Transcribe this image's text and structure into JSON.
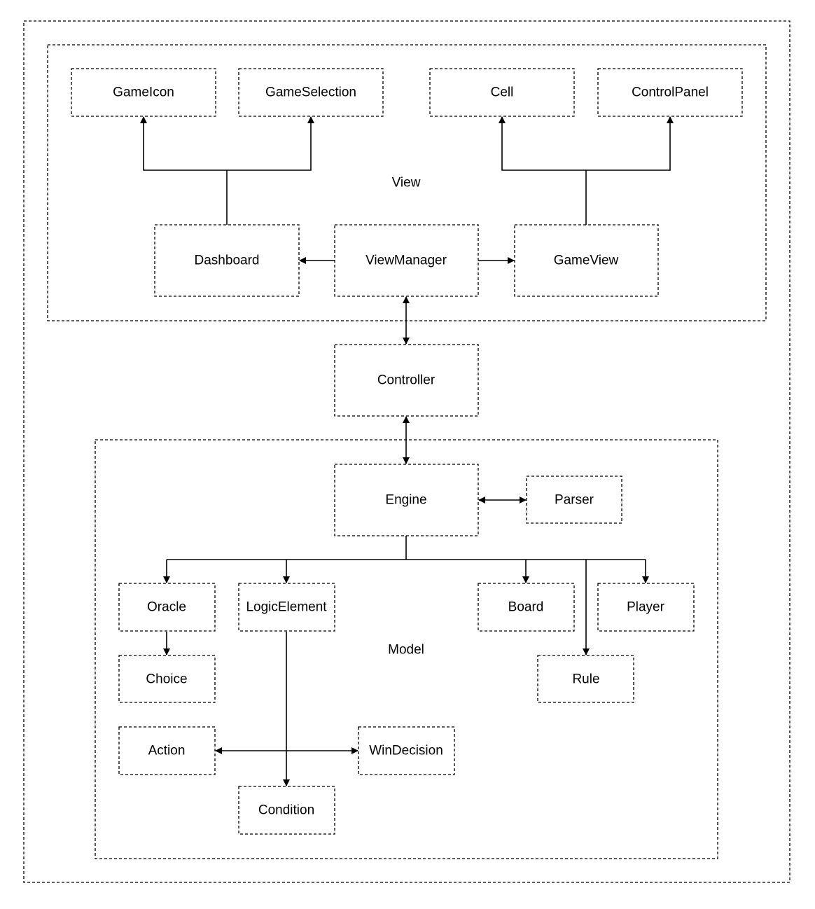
{
  "diagram": {
    "groups": {
      "outer": "",
      "view": "View",
      "model": "Model"
    },
    "nodes": {
      "game_icon": "GameIcon",
      "game_selection": "GameSelection",
      "cell": "Cell",
      "control_panel": "ControlPanel",
      "dashboard": "Dashboard",
      "view_manager": "ViewManager",
      "game_view": "GameView",
      "controller": "Controller",
      "engine": "Engine",
      "parser": "Parser",
      "oracle": "Oracle",
      "logic_element": "LogicElement",
      "board": "Board",
      "player": "Player",
      "choice": "Choice",
      "rule": "Rule",
      "action": "Action",
      "win_decision": "WinDecision",
      "condition": "Condition"
    },
    "edges": [
      {
        "from": "Dashboard",
        "to": "GameIcon",
        "arrow": "single"
      },
      {
        "from": "Dashboard",
        "to": "GameSelection",
        "arrow": "single"
      },
      {
        "from": "GameView",
        "to": "Cell",
        "arrow": "single"
      },
      {
        "from": "GameView",
        "to": "ControlPanel",
        "arrow": "single"
      },
      {
        "from": "ViewManager",
        "to": "Dashboard",
        "arrow": "single"
      },
      {
        "from": "ViewManager",
        "to": "GameView",
        "arrow": "single"
      },
      {
        "from": "ViewManager",
        "to": "Controller",
        "arrow": "double"
      },
      {
        "from": "Controller",
        "to": "Engine",
        "arrow": "double"
      },
      {
        "from": "Engine",
        "to": "Parser",
        "arrow": "double"
      },
      {
        "from": "Engine",
        "to": "Oracle",
        "arrow": "single"
      },
      {
        "from": "Engine",
        "to": "LogicElement",
        "arrow": "single"
      },
      {
        "from": "Engine",
        "to": "Board",
        "arrow": "single"
      },
      {
        "from": "Engine",
        "to": "Rule",
        "arrow": "single"
      },
      {
        "from": "Engine",
        "to": "Player",
        "arrow": "single"
      },
      {
        "from": "Oracle",
        "to": "Choice",
        "arrow": "single"
      },
      {
        "from": "LogicElement",
        "to": "Condition",
        "arrow": "single"
      },
      {
        "from": "Action",
        "to": "WinDecision",
        "arrow": "double"
      }
    ]
  }
}
